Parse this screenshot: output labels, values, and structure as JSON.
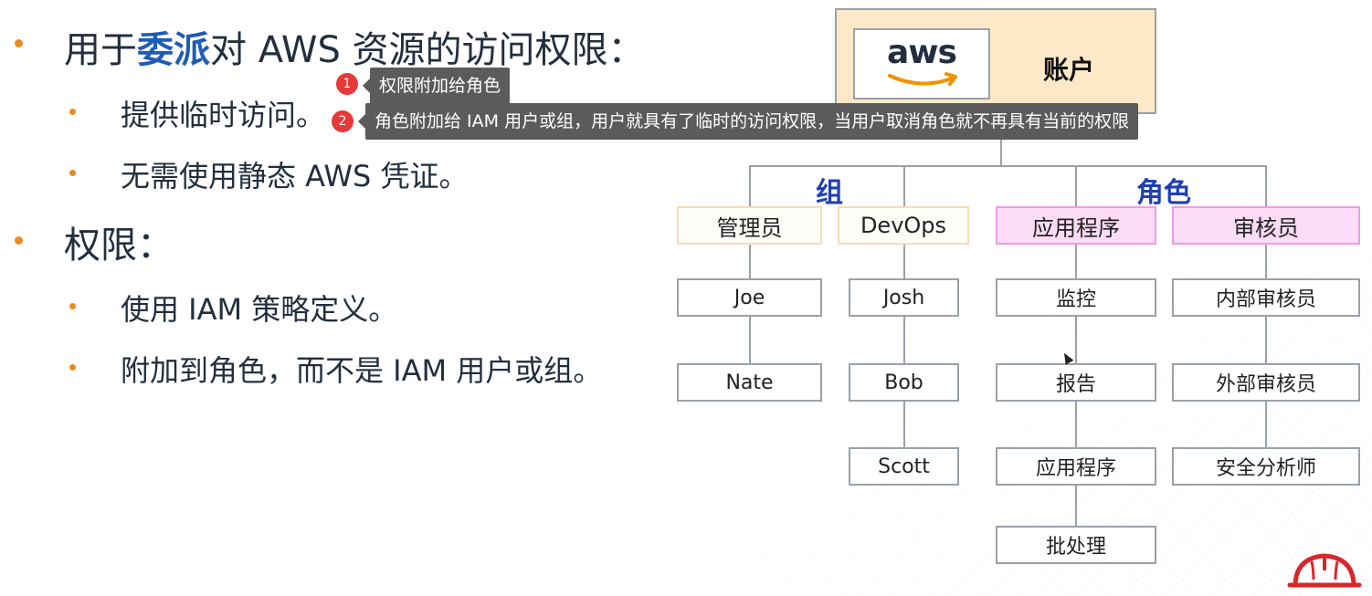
{
  "slide": {
    "line1_pre": "用于",
    "line1_hl": "委派",
    "line1_post": "对 AWS 资源的访问权限：",
    "sub1": "提供临时访问。",
    "sub2": "无需使用静态 AWS 凭证。",
    "line2": "权限：",
    "sub3": "使用 IAM 策略定义。",
    "sub4": "附加到角色，而不是 IAM 用户或组。"
  },
  "diagram": {
    "account_label": "账户",
    "aws_logo_text": "aws",
    "group_title": "组",
    "role_title": "角色",
    "groups": [
      {
        "name": "管理员",
        "members": [
          "Joe",
          "Nate"
        ]
      },
      {
        "name": "DevOps",
        "members": [
          "Josh",
          "Bob",
          "Scott"
        ]
      }
    ],
    "roles": [
      {
        "name": "应用程序",
        "members": [
          "监控",
          "报告",
          "应用程序",
          "批处理"
        ]
      },
      {
        "name": "审核员",
        "members": [
          "内部审核员",
          "外部审核员",
          "安全分析师"
        ]
      }
    ]
  },
  "tooltips": [
    {
      "number": "1",
      "text": "权限附加给角色"
    },
    {
      "number": "2",
      "text": "角色附加给 IAM 用户或组，用户就具有了临时的访问权限，当用户取消角色就不再具有当前的权限"
    }
  ],
  "colors": {
    "accent_bullet": "#ec8a21",
    "highlight": "#1f5bb8",
    "category_title": "#1f3fb8",
    "account_bg": "#fde8c8",
    "role_header_bg": "#fbdbf6",
    "badge": "#e8383a",
    "tooltip_bg": "#5b5b5b"
  },
  "icons": [
    "aws-smile-icon",
    "mouse-cursor-icon",
    "hard-hat-icon"
  ]
}
